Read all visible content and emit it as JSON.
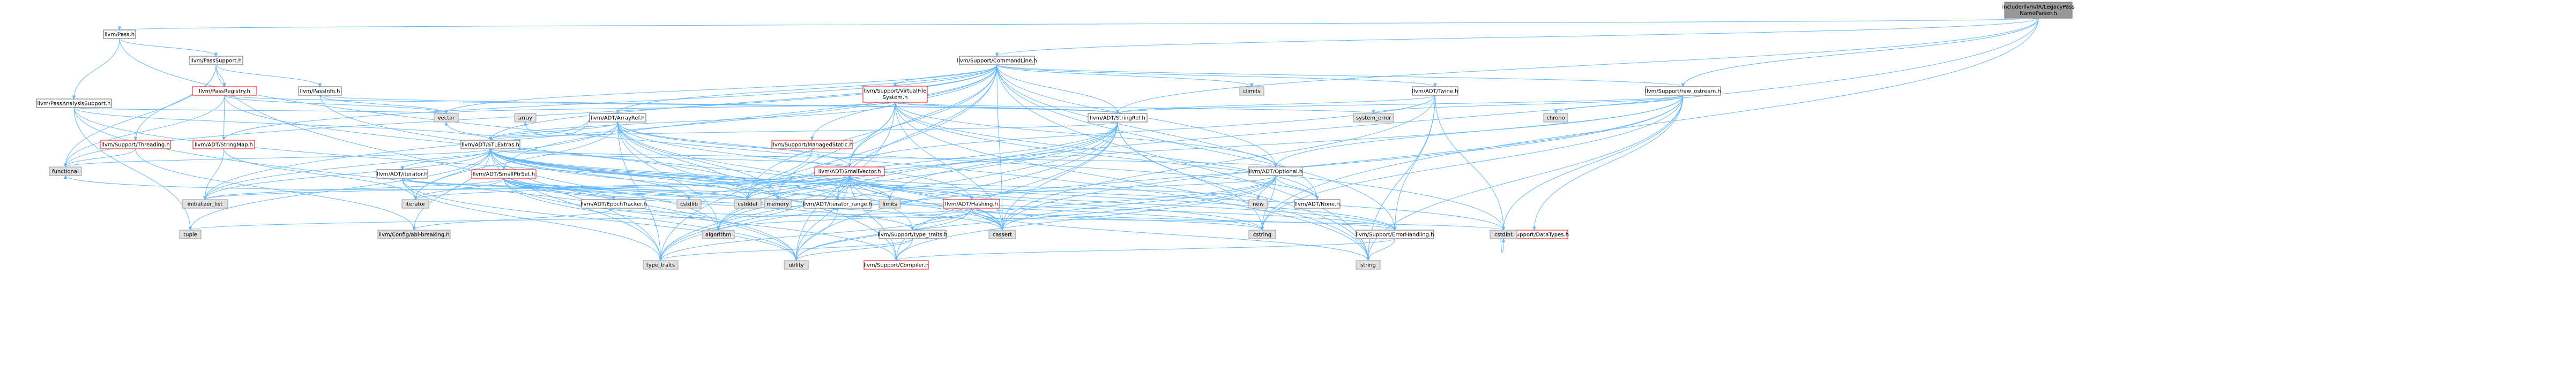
{
  "colors": {
    "root_fill": "#999999",
    "internal_fill": "#ffffff",
    "internal_stroke": "#666666",
    "red_stroke": "#ff0000",
    "system_fill": "#e0e0e0",
    "system_stroke": "#999999",
    "edge": "#63b8ff"
  },
  "nodes": [
    {
      "id": "root",
      "label": "include/llvm/IR/LegacyPass\nNameParser.h",
      "kind": "root"
    },
    {
      "id": "pass",
      "label": "llvm/Pass.h",
      "kind": "internal"
    },
    {
      "id": "passsupport",
      "label": "llvm/PassSupport.h",
      "kind": "internal"
    },
    {
      "id": "passanalysis",
      "label": "llvm/PassAnalysisSupport.h",
      "kind": "internal"
    },
    {
      "id": "passinfo",
      "label": "llvm/PassInfo.h",
      "kind": "internal"
    },
    {
      "id": "passregistry",
      "label": "llvm/PassRegistry.h",
      "kind": "truncated"
    },
    {
      "id": "threading",
      "label": "llvm/Support/Threading.h",
      "kind": "truncated"
    },
    {
      "id": "cmdline",
      "label": "llvm/Support/CommandLine.h",
      "kind": "internal"
    },
    {
      "id": "vfs",
      "label": "llvm/Support/VirtualFile\nSystem.h",
      "kind": "truncated"
    },
    {
      "id": "twine",
      "label": "llvm/ADT/Twine.h",
      "kind": "internal"
    },
    {
      "id": "rawostream",
      "label": "llvm/Support/raw_ostream.h",
      "kind": "internal"
    },
    {
      "id": "stringref",
      "label": "llvm/ADT/StringRef.h",
      "kind": "internal"
    },
    {
      "id": "arrayref",
      "label": "llvm/ADT/ArrayRef.h",
      "kind": "internal"
    },
    {
      "id": "stringmap",
      "label": "llvm/ADT/StringMap.h",
      "kind": "truncated"
    },
    {
      "id": "stlextras",
      "label": "llvm/ADT/STLExtras.h",
      "kind": "internal"
    },
    {
      "id": "managedstatic",
      "label": "llvm/Support/ManagedStatic.h",
      "kind": "truncated"
    },
    {
      "id": "smallptrset",
      "label": "llvm/ADT/SmallPtrSet.h",
      "kind": "truncated"
    },
    {
      "id": "smallvector",
      "label": "llvm/ADT/SmallVector.h",
      "kind": "truncated"
    },
    {
      "id": "optional",
      "label": "llvm/ADT/Optional.h",
      "kind": "internal"
    },
    {
      "id": "iteratorh",
      "label": "llvm/ADT/iterator.h",
      "kind": "internal"
    },
    {
      "id": "epochtracker",
      "label": "llvm/ADT/EpochTracker.h",
      "kind": "internal"
    },
    {
      "id": "hashing",
      "label": "llvm/ADT/Hashing.h",
      "kind": "truncated"
    },
    {
      "id": "iterrange",
      "label": "llvm/ADT/iterator_range.h",
      "kind": "internal"
    },
    {
      "id": "none",
      "label": "llvm/ADT/None.h",
      "kind": "internal"
    },
    {
      "id": "typetraits",
      "label": "llvm/Support/type_traits.h",
      "kind": "internal"
    },
    {
      "id": "errorhandling",
      "label": "llvm/Support/ErrorHandling.h",
      "kind": "internal"
    },
    {
      "id": "datatypes",
      "label": "llvm/Support/DataTypes.h",
      "kind": "truncated"
    },
    {
      "id": "abibreaking",
      "label": "llvm/Config/abi-breaking.h",
      "kind": "system"
    },
    {
      "id": "compiler",
      "label": "llvm/Support/Compiler.h",
      "kind": "truncated"
    },
    {
      "id": "climits",
      "label": "climits",
      "kind": "system"
    },
    {
      "id": "system_error",
      "label": "system_error",
      "kind": "system"
    },
    {
      "id": "chrono",
      "label": "chrono",
      "kind": "system"
    },
    {
      "id": "vector",
      "label": "vector",
      "kind": "system"
    },
    {
      "id": "array",
      "label": "array",
      "kind": "system"
    },
    {
      "id": "functional",
      "label": "functional",
      "kind": "system"
    },
    {
      "id": "initializer_list",
      "label": "initializer_list",
      "kind": "system"
    },
    {
      "id": "iterator",
      "label": "iterator",
      "kind": "system"
    },
    {
      "id": "tuple",
      "label": "tuple",
      "kind": "system"
    },
    {
      "id": "cstdlib",
      "label": "cstdlib",
      "kind": "system"
    },
    {
      "id": "cstddef",
      "label": "cstddef",
      "kind": "system"
    },
    {
      "id": "memory",
      "label": "memory",
      "kind": "system"
    },
    {
      "id": "limits",
      "label": "limits",
      "kind": "system"
    },
    {
      "id": "new",
      "label": "new",
      "kind": "system"
    },
    {
      "id": "algorithm",
      "label": "algorithm",
      "kind": "system"
    },
    {
      "id": "cassert",
      "label": "cassert",
      "kind": "system"
    },
    {
      "id": "cstring",
      "label": "cstring",
      "kind": "system"
    },
    {
      "id": "cstdint",
      "label": "cstdint",
      "kind": "system"
    },
    {
      "id": "type_traits",
      "label": "type_traits",
      "kind": "system"
    },
    {
      "id": "utility",
      "label": "utility",
      "kind": "system"
    },
    {
      "id": "string",
      "label": "string",
      "kind": "system"
    }
  ],
  "edges": [
    [
      "root",
      "pass"
    ],
    [
      "root",
      "cmdline"
    ],
    [
      "root",
      "rawostream"
    ],
    [
      "root",
      "stringref"
    ],
    [
      "root",
      "cstring"
    ],
    [
      "root",
      "algorithm"
    ],
    [
      "pass",
      "passsupport"
    ],
    [
      "pass",
      "passanalysis"
    ],
    [
      "pass",
      "string"
    ],
    [
      "passsupport",
      "passinfo"
    ],
    [
      "passsupport",
      "passregistry"
    ],
    [
      "passsupport",
      "threading"
    ],
    [
      "passsupport",
      "functional"
    ],
    [
      "passsupport",
      "type_traits"
    ],
    [
      "passanalysis",
      "stlextras"
    ],
    [
      "passanalysis",
      "cassert"
    ],
    [
      "passanalysis",
      "tuple"
    ],
    [
      "passanalysis",
      "utility"
    ],
    [
      "passanalysis",
      "vector"
    ],
    [
      "passinfo",
      "stringref"
    ],
    [
      "passinfo",
      "cassert"
    ],
    [
      "passinfo",
      "vector"
    ],
    [
      "passregistry",
      "stringmap"
    ],
    [
      "passregistry",
      "functional"
    ],
    [
      "passregistry",
      "memory"
    ],
    [
      "passregistry",
      "vector"
    ],
    [
      "passregistry",
      "stringref"
    ],
    [
      "threading",
      "functional"
    ],
    [
      "threading",
      "abibreaking"
    ],
    [
      "cmdline",
      "twine"
    ],
    [
      "cmdline",
      "rawostream"
    ],
    [
      "cmdline",
      "stringref"
    ],
    [
      "cmdline",
      "arrayref"
    ],
    [
      "cmdline",
      "vfs"
    ],
    [
      "cmdline",
      "managedstatic"
    ],
    [
      "cmdline",
      "smallptrset"
    ],
    [
      "cmdline",
      "smallvector"
    ],
    [
      "cmdline",
      "optional"
    ],
    [
      "cmdline",
      "stlextras"
    ],
    [
      "cmdline",
      "stringmap"
    ],
    [
      "cmdline",
      "none"
    ],
    [
      "cmdline",
      "iterrange"
    ],
    [
      "cmdline",
      "errorhandling"
    ],
    [
      "cmdline",
      "climits"
    ],
    [
      "cmdline",
      "cassert"
    ],
    [
      "cmdline",
      "cstddef"
    ],
    [
      "cmdline",
      "functional"
    ],
    [
      "cmdline",
      "initializer_list"
    ],
    [
      "cmdline",
      "string"
    ],
    [
      "cmdline",
      "type_traits"
    ],
    [
      "cmdline",
      "vector"
    ],
    [
      "vfs",
      "stringref"
    ],
    [
      "vfs",
      "smallvector"
    ],
    [
      "vfs",
      "optional"
    ],
    [
      "vfs",
      "none"
    ],
    [
      "vfs",
      "cassert"
    ],
    [
      "vfs",
      "cstdint"
    ],
    [
      "vfs",
      "memory"
    ],
    [
      "vfs",
      "string"
    ],
    [
      "vfs",
      "system_error"
    ],
    [
      "vfs",
      "utility"
    ],
    [
      "vfs",
      "vector"
    ],
    [
      "vfs",
      "stlextras"
    ],
    [
      "twine",
      "smallvector"
    ],
    [
      "twine",
      "stringref"
    ],
    [
      "twine",
      "errorhandling"
    ],
    [
      "twine",
      "cassert"
    ],
    [
      "twine",
      "cstdint"
    ],
    [
      "twine",
      "string"
    ],
    [
      "rawostream",
      "stringref"
    ],
    [
      "rawostream",
      "datatypes"
    ],
    [
      "rawostream",
      "cassert"
    ],
    [
      "rawostream",
      "chrono"
    ],
    [
      "rawostream",
      "cstddef"
    ],
    [
      "rawostream",
      "cstdint"
    ],
    [
      "rawostream",
      "cstring"
    ],
    [
      "rawostream",
      "string"
    ],
    [
      "rawostream",
      "system_error"
    ],
    [
      "rawostream",
      "type_traits"
    ],
    [
      "rawostream",
      "optional"
    ],
    [
      "stringref",
      "stlextras"
    ],
    [
      "stringref",
      "iterrange"
    ],
    [
      "stringref",
      "compiler"
    ],
    [
      "stringref",
      "algorithm"
    ],
    [
      "stringref",
      "cassert"
    ],
    [
      "stringref",
      "cstddef"
    ],
    [
      "stringref",
      "cstring"
    ],
    [
      "stringref",
      "limits"
    ],
    [
      "stringref",
      "string"
    ],
    [
      "stringref",
      "type_traits"
    ],
    [
      "stringref",
      "utility"
    ],
    [
      "arrayref",
      "hashing"
    ],
    [
      "arrayref",
      "none"
    ],
    [
      "arrayref",
      "smallvector"
    ],
    [
      "arrayref",
      "stlextras"
    ],
    [
      "arrayref",
      "compiler"
    ],
    [
      "arrayref",
      "algorithm"
    ],
    [
      "arrayref",
      "array"
    ],
    [
      "arrayref",
      "cassert"
    ],
    [
      "arrayref",
      "cstddef"
    ],
    [
      "arrayref",
      "initializer_list"
    ],
    [
      "arrayref",
      "iterator"
    ],
    [
      "arrayref",
      "memory"
    ],
    [
      "arrayref",
      "type_traits"
    ],
    [
      "arrayref",
      "vector"
    ],
    [
      "stringmap",
      "iterator"
    ],
    [
      "stringmap",
      "initializer_list"
    ],
    [
      "stlextras",
      "optional"
    ],
    [
      "stlextras",
      "iteratorh"
    ],
    [
      "stlextras",
      "iterrange"
    ],
    [
      "stlextras",
      "abibreaking"
    ],
    [
      "stlextras",
      "errorhandling"
    ],
    [
      "stlextras",
      "algorithm"
    ],
    [
      "stlextras",
      "cassert"
    ],
    [
      "stlextras",
      "cstddef"
    ],
    [
      "stlextras",
      "cstdint"
    ],
    [
      "stlextras",
      "cstdlib"
    ],
    [
      "stlextras",
      "functional"
    ],
    [
      "stlextras",
      "initializer_list"
    ],
    [
      "stlextras",
      "iterator"
    ],
    [
      "stlextras",
      "limits"
    ],
    [
      "stlextras",
      "memory"
    ],
    [
      "stlextras",
      "tuple"
    ],
    [
      "stlextras",
      "type_traits"
    ],
    [
      "stlextras",
      "utility"
    ],
    [
      "stlextras",
      "smallvector"
    ],
    [
      "managedstatic",
      "cstddef"
    ],
    [
      "smallptrset",
      "epochtracker"
    ],
    [
      "smallptrset",
      "compiler"
    ],
    [
      "smallptrset",
      "typetraits"
    ],
    [
      "smallptrset",
      "cassert"
    ],
    [
      "smallptrset",
      "cstddef"
    ],
    [
      "smallptrset",
      "cstdlib"
    ],
    [
      "smallptrset",
      "cstring"
    ],
    [
      "smallptrset",
      "initializer_list"
    ],
    [
      "smallptrset",
      "iterator"
    ],
    [
      "smallptrset",
      "utility"
    ],
    [
      "smallptrset",
      "errorhandling"
    ],
    [
      "smallvector",
      "iterrange"
    ],
    [
      "smallvector",
      "compiler"
    ],
    [
      "smallvector",
      "errorhandling"
    ],
    [
      "smallvector",
      "typetraits"
    ],
    [
      "smallvector",
      "algorithm"
    ],
    [
      "smallvector",
      "cassert"
    ],
    [
      "smallvector",
      "cstddef"
    ],
    [
      "smallvector",
      "cstdlib"
    ],
    [
      "smallvector",
      "cstring"
    ],
    [
      "smallvector",
      "functional"
    ],
    [
      "smallvector",
      "initializer_list"
    ],
    [
      "smallvector",
      "iterator"
    ],
    [
      "smallvector",
      "limits"
    ],
    [
      "smallvector",
      "memory"
    ],
    [
      "smallvector",
      "new"
    ],
    [
      "smallvector",
      "type_traits"
    ],
    [
      "smallvector",
      "utility"
    ],
    [
      "smallvector",
      "stlextras"
    ],
    [
      "smallvector",
      "hashing"
    ],
    [
      "optional",
      "hashing"
    ],
    [
      "optional",
      "none"
    ],
    [
      "optional",
      "compiler"
    ],
    [
      "optional",
      "typetraits"
    ],
    [
      "optional",
      "cassert"
    ],
    [
      "optional",
      "cstring"
    ],
    [
      "optional",
      "new"
    ],
    [
      "optional",
      "utility"
    ],
    [
      "iteratorh",
      "iterrange"
    ],
    [
      "iteratorh",
      "cstddef"
    ],
    [
      "iteratorh",
      "iterator"
    ],
    [
      "iteratorh",
      "type_traits"
    ],
    [
      "iteratorh",
      "utility"
    ],
    [
      "epochtracker",
      "abibreaking"
    ],
    [
      "epochtracker",
      "cstdint"
    ],
    [
      "hashing",
      "errorhandling"
    ],
    [
      "hashing",
      "algorithm"
    ],
    [
      "hashing",
      "cassert"
    ],
    [
      "hashing",
      "cstring"
    ],
    [
      "hashing",
      "string"
    ],
    [
      "hashing",
      "tuple"
    ],
    [
      "hashing",
      "utility"
    ],
    [
      "hashing",
      "type_traits"
    ],
    [
      "iterrange",
      "utility"
    ],
    [
      "typetraits",
      "compiler"
    ],
    [
      "typetraits",
      "type_traits"
    ],
    [
      "typetraits",
      "utility"
    ],
    [
      "errorhandling",
      "compiler"
    ],
    [
      "errorhandling",
      "string"
    ],
    [
      "datatypes",
      "cstdint"
    ]
  ]
}
